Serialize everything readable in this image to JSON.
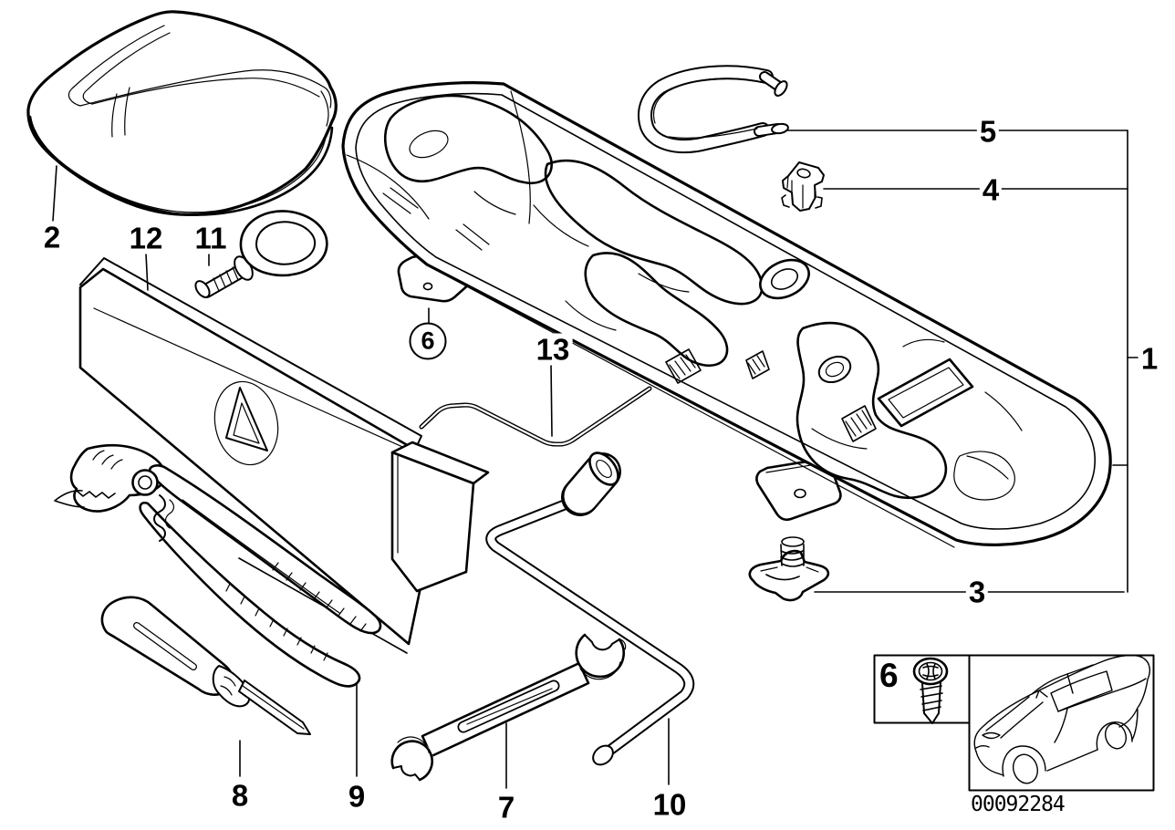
{
  "diagram": {
    "type": "parts-diagram",
    "background_color": "#ffffff",
    "line_color": "#000000",
    "callouts": {
      "c1": "1",
      "c2": "2",
      "c3": "3",
      "c4": "4",
      "c5": "5",
      "c6": "6",
      "c7": "7",
      "c8": "8",
      "c9": "9",
      "c10": "10",
      "c11": "11",
      "c12": "12",
      "c13": "13"
    },
    "inset": {
      "screw_callout": "6",
      "image_number": "00092284"
    }
  }
}
